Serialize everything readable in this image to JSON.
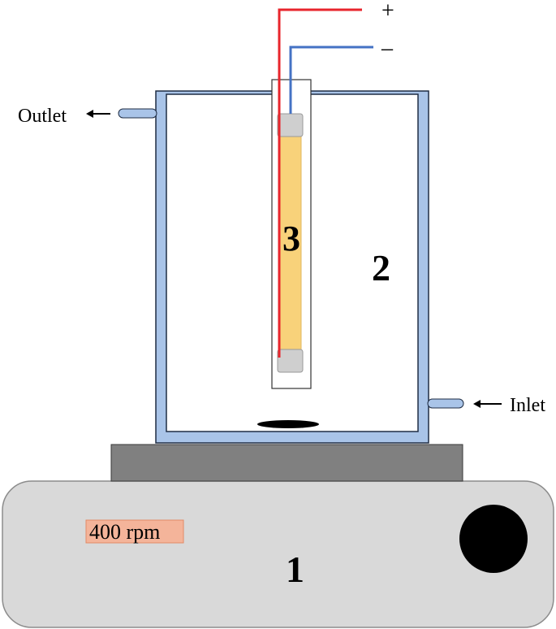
{
  "labels": {
    "positive": "+",
    "negative": "–",
    "outlet": "Outlet",
    "inlet": "Inlet",
    "speed": "400 rpm",
    "stirrer_number": "1",
    "vessel_number": "2",
    "lamp_number": "3"
  },
  "colors": {
    "positive_wire": "#e8252c",
    "negative_wire": "#4472c4",
    "vessel_wall": "#a9c4e8",
    "vessel_outline": "#1f2d44",
    "lamp_glow": "#f8d27a",
    "lamp_cap": "#cfcfcf",
    "base_plate": "#808080",
    "stirrer_body": "#d9d9d9",
    "speed_highlight": "#f4b49a",
    "knob": "#000000"
  }
}
